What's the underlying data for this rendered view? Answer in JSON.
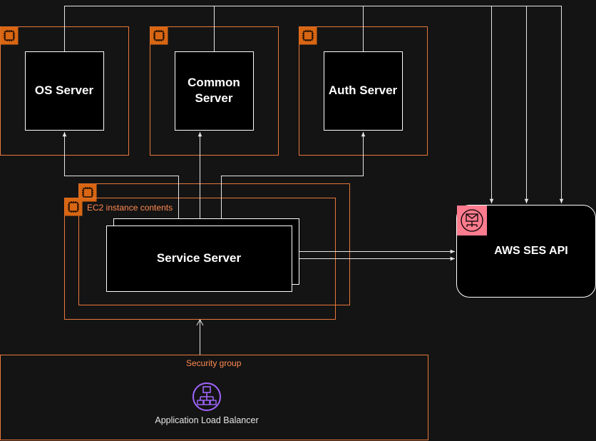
{
  "colors": {
    "background": "#141414",
    "ec2_border": "#e8783a",
    "ec2_icon_bg": "#d86613",
    "node_fill": "#000000",
    "node_border": "#ffffff",
    "connector": "#e6e6e6",
    "ses_icon_bg": "#ff7b8e",
    "alb_icon": "#a166ff",
    "group_label": "#ff8a50"
  },
  "nodes": {
    "os_server": "OS Server",
    "common_server": "Common\nServer",
    "auth_server": "Auth Server",
    "service_server": "Service Server",
    "ses_api": "AWS SES API"
  },
  "groups": {
    "ec2_instance_contents": "EC2 instance contents",
    "security_group": "Security group"
  },
  "icons": {
    "ec2": "ec2-chip-icon",
    "ses": "ses-email-icon",
    "alb": "load-balancer-icon"
  },
  "load_balancer_label": "Application Load Balancer"
}
